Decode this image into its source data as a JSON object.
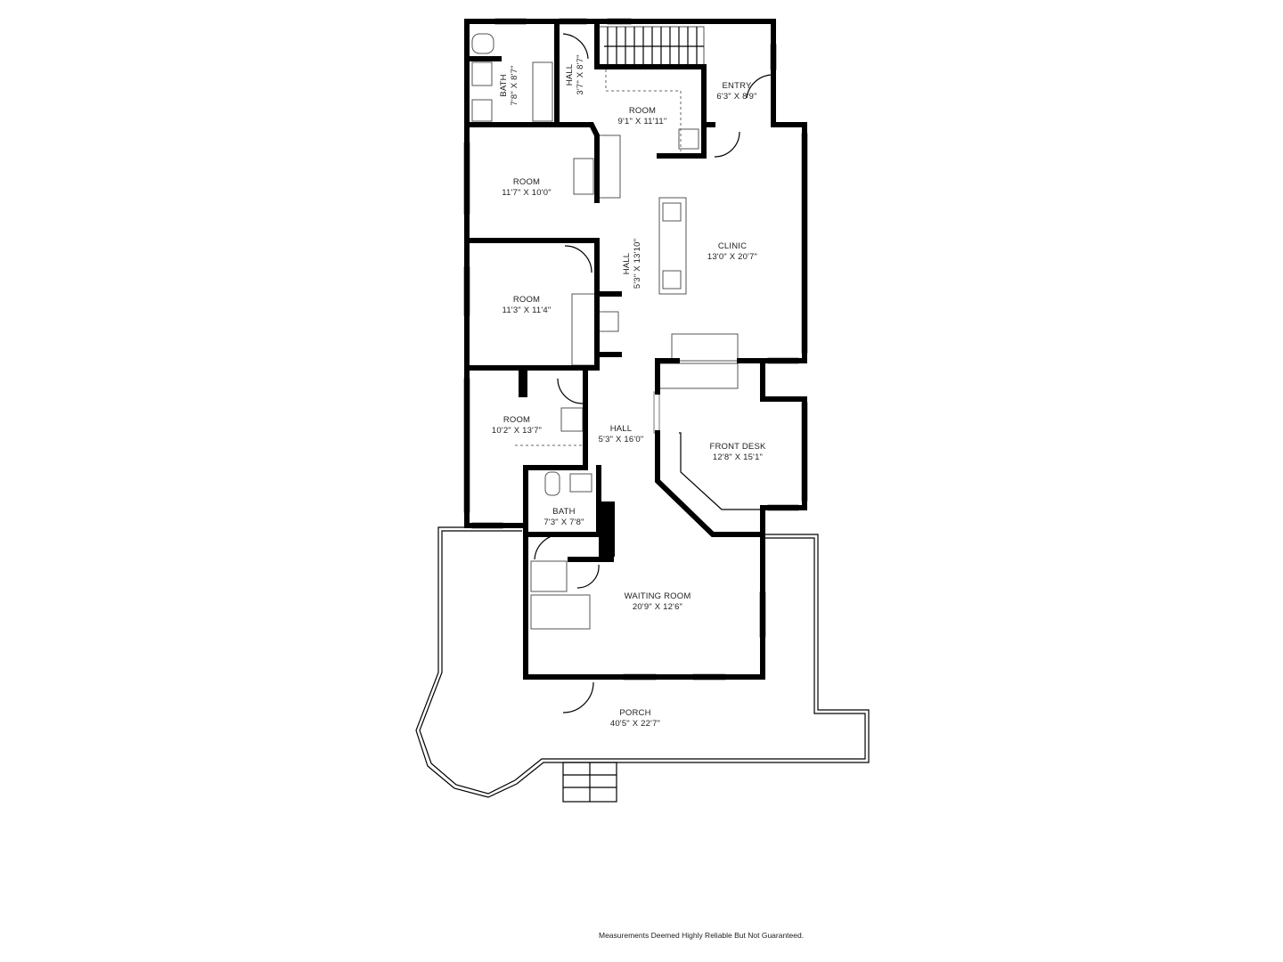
{
  "plan": {
    "rooms": [
      {
        "name": "BATH",
        "dims": "7'8\" X 8'7\""
      },
      {
        "name": "HALL",
        "dims": "3'7\" X 8'7\""
      },
      {
        "name": "ROOM",
        "dims": "9'1\" X 11'11\""
      },
      {
        "name": "ENTRY",
        "dims": "6'3\" X 8'9\""
      },
      {
        "name": "ROOM",
        "dims": "11'7\" X 10'0\""
      },
      {
        "name": "HALL",
        "dims": "5'3\" X 13'10\""
      },
      {
        "name": "CLINIC",
        "dims": "13'0\" X 20'7\""
      },
      {
        "name": "ROOM",
        "dims": "11'3\" X 11'4\""
      },
      {
        "name": "ROOM",
        "dims": "10'2\" X 13'7\""
      },
      {
        "name": "HALL",
        "dims": "5'3\" X 16'0\""
      },
      {
        "name": "FRONT DESK",
        "dims": "12'8\" X 15'1\""
      },
      {
        "name": "BATH",
        "dims": "7'3\" X 7'8\""
      },
      {
        "name": "WAITING ROOM",
        "dims": "20'9\" X 12'6\""
      },
      {
        "name": "PORCH",
        "dims": "40'5\" X 22'7\""
      }
    ],
    "wall_color": "#000000"
  },
  "footer": {
    "disclaimer": "Measurements Deemed Highly Reliable But Not Guaranteed."
  }
}
